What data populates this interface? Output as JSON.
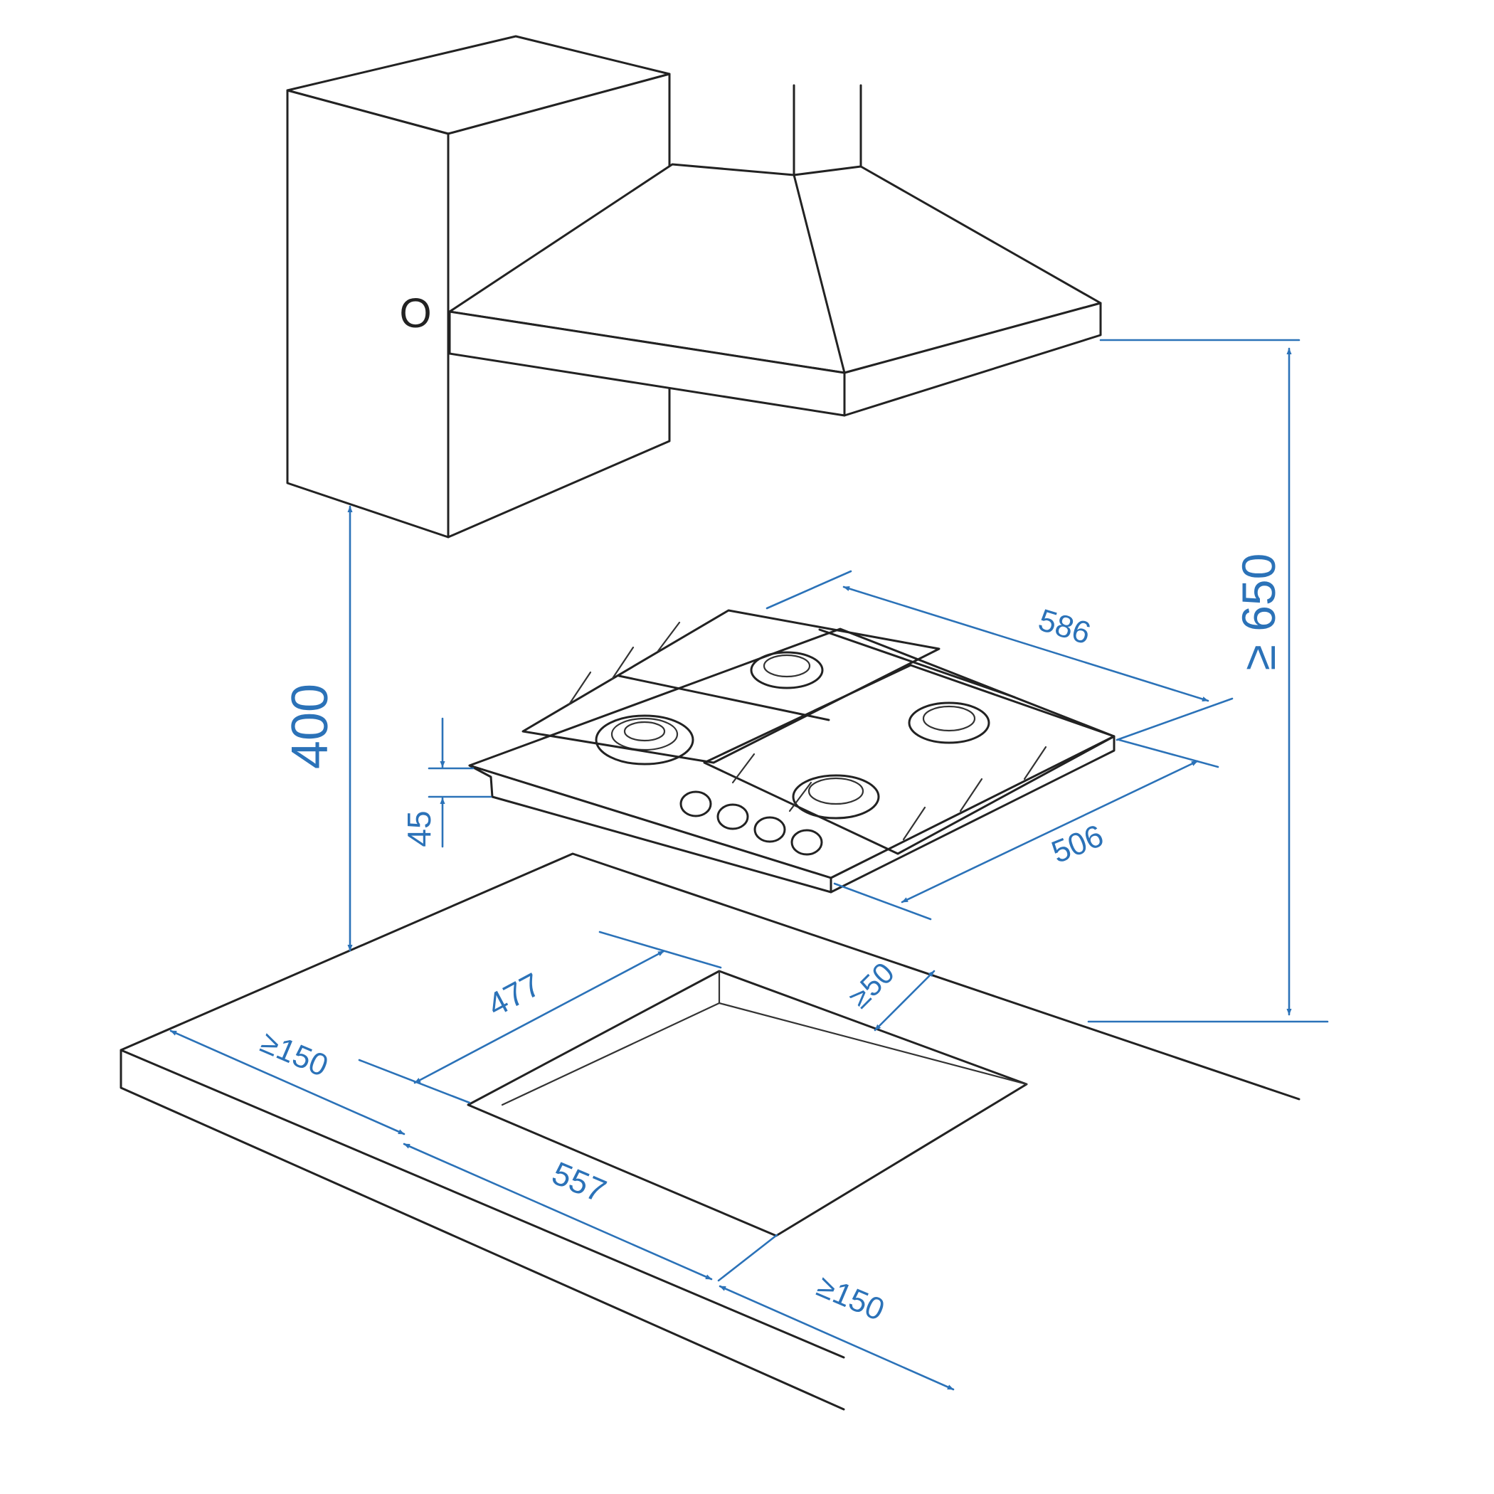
{
  "colors": {
    "dimension": "#2b72b8",
    "outline": "#222222",
    "background": "#ffffff"
  },
  "dimensions": {
    "hood_to_worktop": "≥ 650",
    "cabinet_to_worktop": "400",
    "hob_width": "586",
    "hob_depth": "506",
    "hob_height": "45",
    "cutout_depth": "477",
    "cutout_width": "557",
    "rear_clearance": "≥50",
    "left_clearance": "≥150",
    "right_clearance": "≥150"
  },
  "marks": {
    "hood_label": "O"
  }
}
